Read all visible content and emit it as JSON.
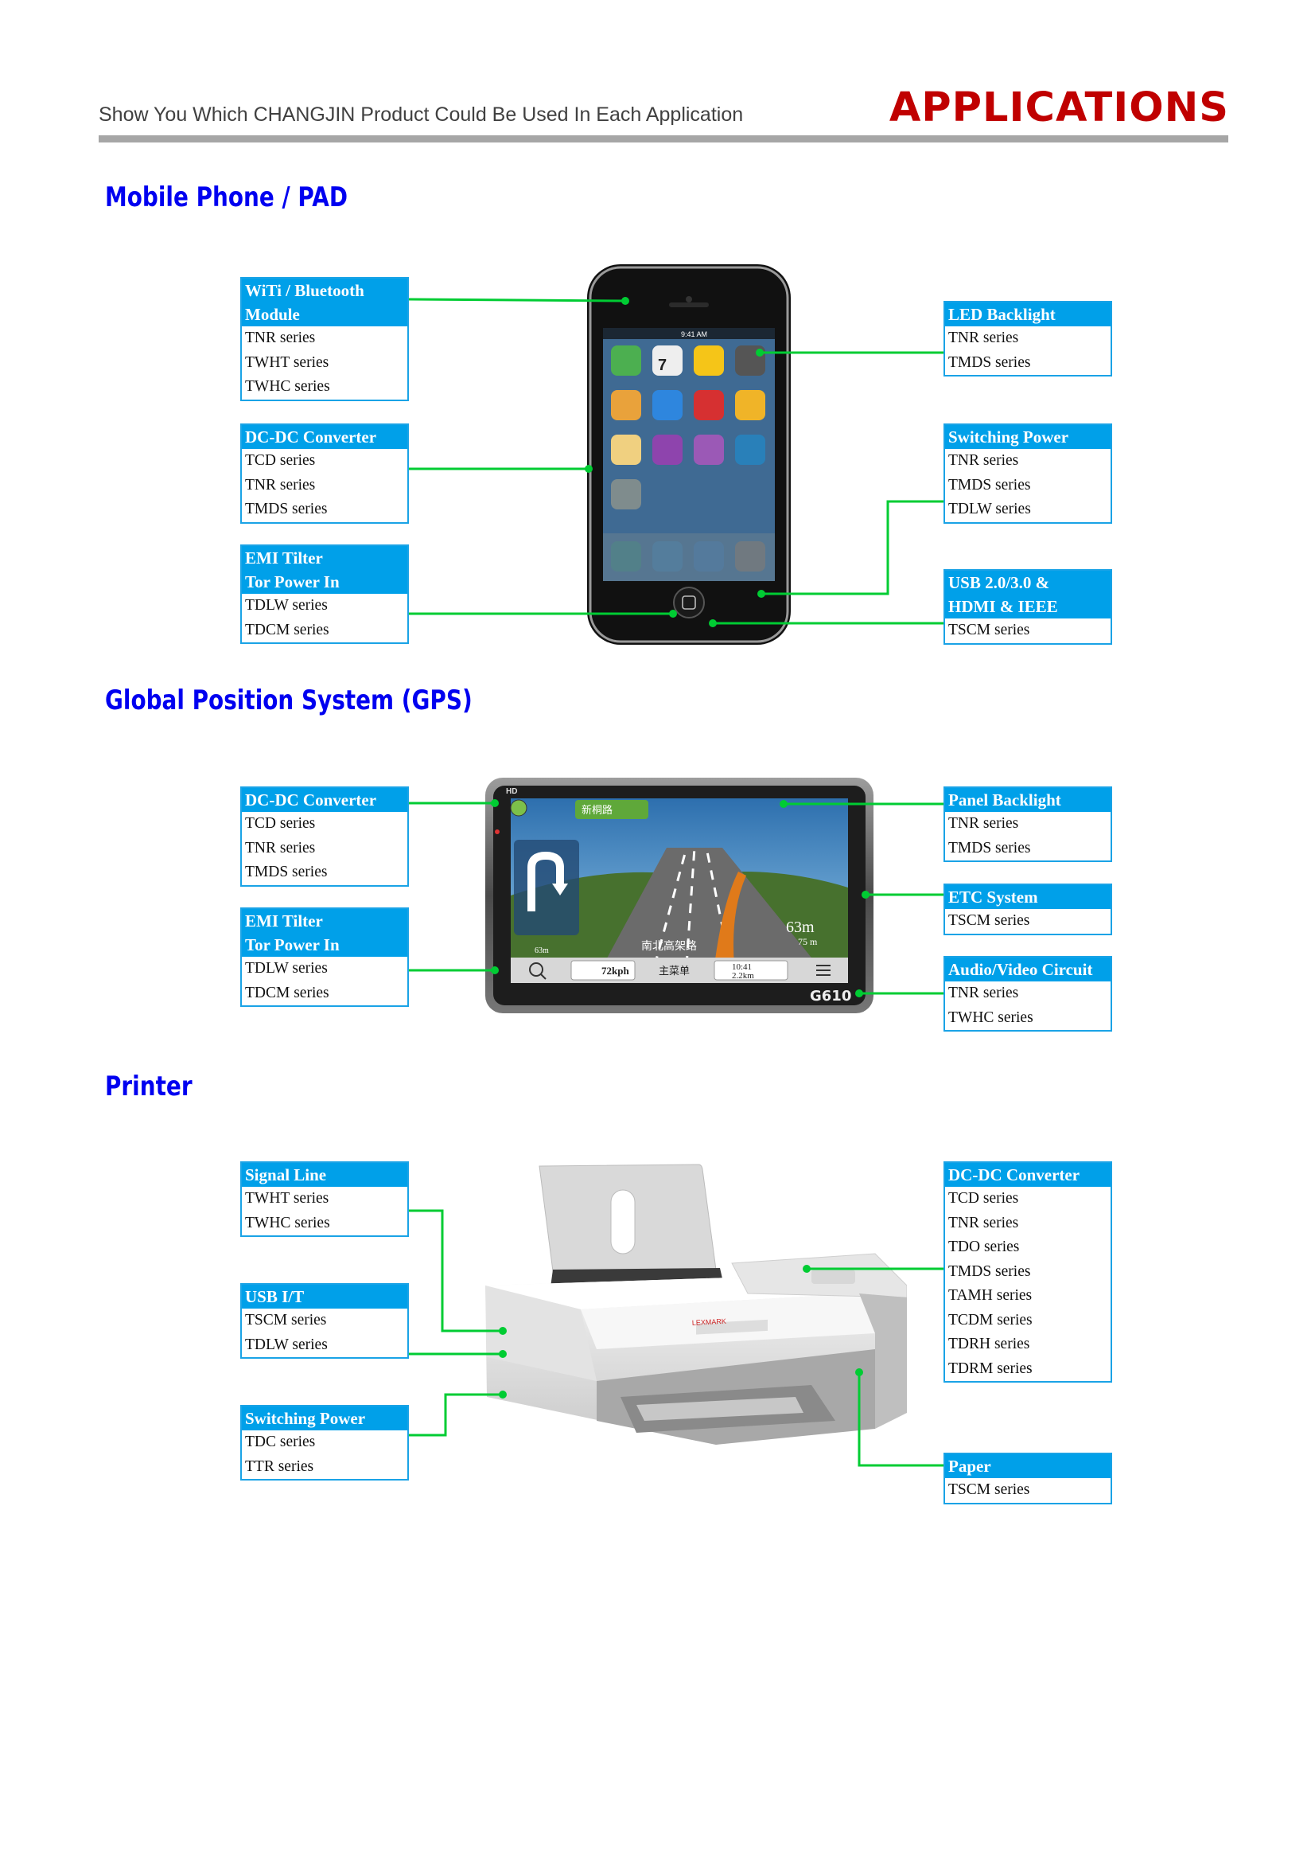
{
  "header": {
    "subtitle": "Show You Which CHANGJIN Product Could Be Used In Each Application",
    "title": "APPLICATIONS"
  },
  "sections": {
    "mobile": {
      "title": "Mobile Phone / PAD",
      "boxes": {
        "wifi": {
          "title": [
            "WiTi / Bluetooth",
            "Module"
          ],
          "items": [
            "TNR series",
            "TWHT series",
            "TWHC series"
          ]
        },
        "dcdc": {
          "title": [
            "DC-DC Converter"
          ],
          "items": [
            "TCD series",
            "TNR series",
            "TMDS series"
          ]
        },
        "emi": {
          "title": [
            "EMI Tilter",
            "Tor Power In"
          ],
          "items": [
            "TDLW series",
            "TDCM series"
          ]
        },
        "led": {
          "title": [
            "LED Backlight"
          ],
          "items": [
            "TNR series",
            "TMDS series"
          ]
        },
        "switching": {
          "title": [
            "Switching Power"
          ],
          "items": [
            "TNR series",
            "TMDS series",
            "TDLW series"
          ]
        },
        "usb": {
          "title": [
            "USB 2.0/3.0 &",
            "HDMI & IEEE"
          ],
          "items": [
            "TSCM series"
          ]
        }
      },
      "device": {
        "status_time": "9:41 AM",
        "calendar_day": "7"
      }
    },
    "gps": {
      "title": "Global Position System (GPS)",
      "boxes": {
        "dcdc": {
          "title": [
            "DC-DC Converter"
          ],
          "items": [
            "TCD series",
            "TNR series",
            "TMDS series"
          ]
        },
        "emi": {
          "title": [
            "EMI Tilter",
            "Tor Power In"
          ],
          "items": [
            "TDLW series",
            "TDCM series"
          ]
        },
        "panel": {
          "title": [
            "Panel Backlight"
          ],
          "items": [
            "TNR series",
            "TMDS series"
          ]
        },
        "etc": {
          "title": [
            "ETC System"
          ],
          "items": [
            "TSCM series"
          ]
        },
        "av": {
          "title": [
            "Audio/Video Circuit"
          ],
          "items": [
            "TNR series",
            "TWHC series"
          ]
        }
      },
      "device": {
        "hd": "HD",
        "road_tag": "新桐路",
        "road_name": "南北高架路",
        "distance": "63m",
        "distance_small": "63m",
        "sub_distance": "75 m",
        "speed": "72kph",
        "menu": "主菜单",
        "time": "10:41",
        "trip": "2.2km",
        "model": "G610"
      }
    },
    "printer": {
      "title": "Printer",
      "boxes": {
        "signal": {
          "title": [
            "Signal Line"
          ],
          "items": [
            "TWHT series",
            "TWHC series"
          ]
        },
        "usb": {
          "title": [
            "USB I/T"
          ],
          "items": [
            "TSCM series",
            "TDLW series"
          ]
        },
        "switching": {
          "title": [
            "Switching Power"
          ],
          "items": [
            "TDC series",
            "TTR series"
          ]
        },
        "dcdc": {
          "title": [
            "DC-DC Converter"
          ],
          "items": [
            "TCD series",
            "TNR series",
            "TDO series",
            "TMDS series",
            "TAMH series",
            "TCDM series",
            "TDRH series",
            "TDRM series"
          ]
        },
        "paper": {
          "title": [
            "Paper"
          ],
          "items": [
            "TSCM series"
          ]
        }
      },
      "device": {
        "brand": "LEXMARK"
      }
    }
  },
  "colors": {
    "accent_title": "#c00000",
    "section_title": "#0000f0",
    "box_header": "#00a0e9",
    "connector": "#00cc33",
    "rule": "#a6a6a6"
  }
}
